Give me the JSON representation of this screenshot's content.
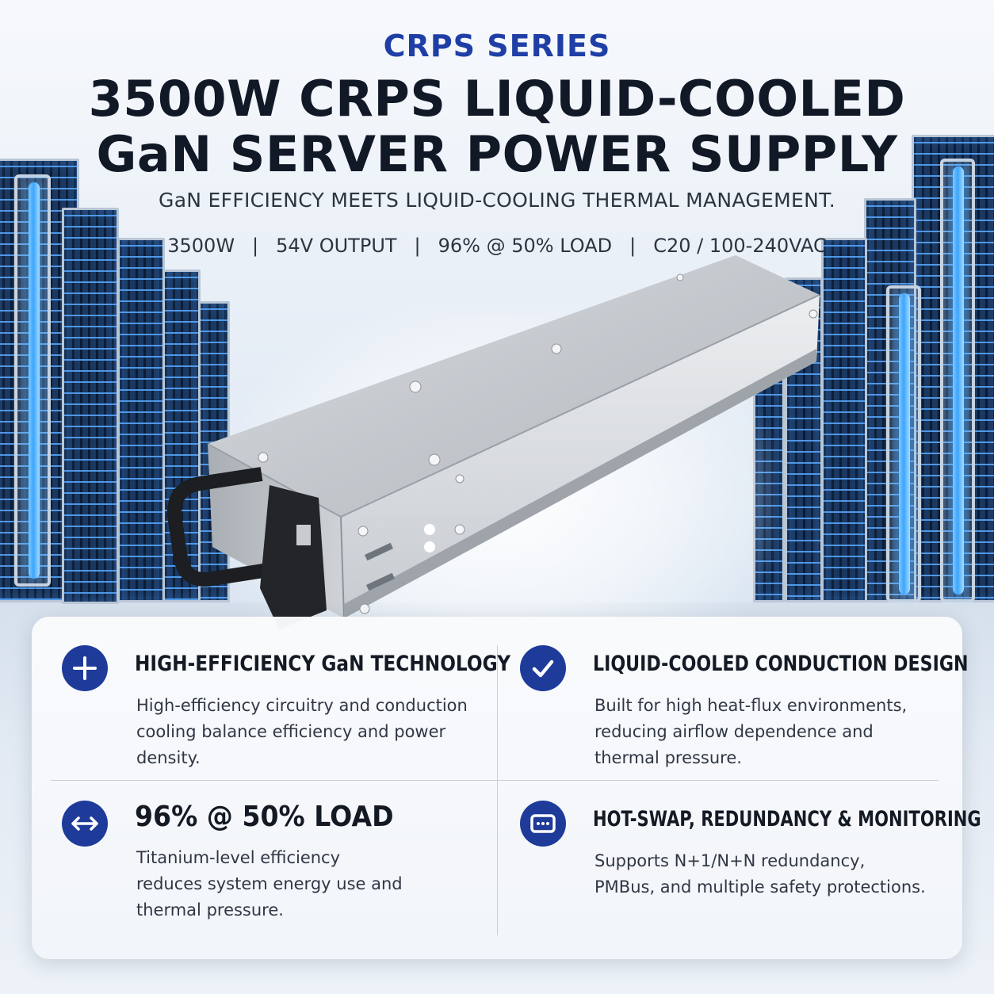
{
  "header": {
    "series": "CRPS SERIES",
    "title_line1": "3500W CRPS LIQUID-COOLED",
    "title_line2": "GaN SERVER POWER SUPPLY",
    "tagline": "GaN EFFICIENCY MEETS LIQUID-COOLING THERMAL MANAGEMENT.",
    "specs": [
      "3500W",
      "54V OUTPUT",
      "96% @ 50% LOAD",
      "C20 / 100-240VAC"
    ],
    "separator": "|"
  },
  "colors": {
    "accent": "#1f3fa6",
    "icon_bg": "#1e3b9a",
    "title_text": "#111826",
    "body_text": "#2f3744"
  },
  "features": [
    {
      "icon": "plus-icon",
      "title": "HIGH-EFFICIENCY GaN TECHNOLOGY",
      "description": "High-efficiency circuitry and conduction cooling balance efficiency and power density."
    },
    {
      "icon": "checkmark-icon",
      "title": "LIQUID-COOLED CONDUCTION DESIGN",
      "description": "Built for high heat-flux environments, reducing airflow dependence and thermal pressure."
    },
    {
      "icon": "double-arrow-icon",
      "title": "96% @ 50% LOAD",
      "description": "Titanium-level efficiency reduces system energy use and thermal pressure."
    },
    {
      "icon": "monitor-dots-icon",
      "title": "HOT-SWAP, REDUNDANCY & MONITORING",
      "description": "Supports N+1/N+N redundancy, PMBus, and multiple safety protections."
    }
  ]
}
